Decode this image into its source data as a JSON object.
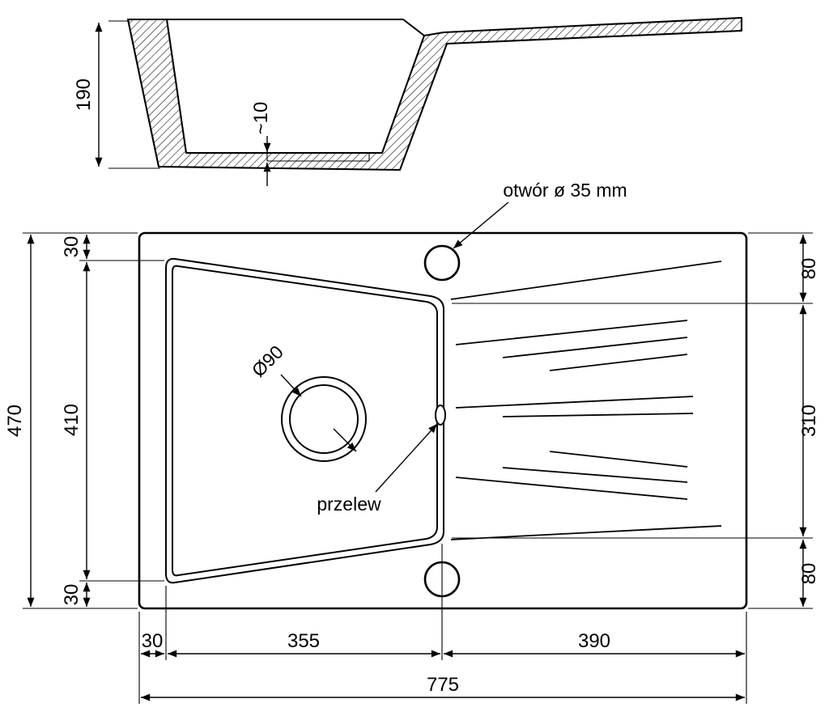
{
  "drawing": {
    "annotations": {
      "hole_note": "otwór ø 35 mm",
      "overflow_label": "przelew",
      "drain_diameter_label": "Ø90"
    },
    "section_dims": {
      "height": "190",
      "recess_depth": "~10"
    },
    "plan_dims": {
      "left_total": "470",
      "left_top": "30",
      "left_middle": "410",
      "left_bottom": "30",
      "right_top": "80",
      "right_middle": "310",
      "right_bottom": "80",
      "bottom_seg_left": "30",
      "bottom_seg_mid": "355",
      "bottom_seg_right": "390",
      "bottom_total": "775"
    },
    "colors": {
      "line": "#000000",
      "background": "#ffffff"
    }
  }
}
